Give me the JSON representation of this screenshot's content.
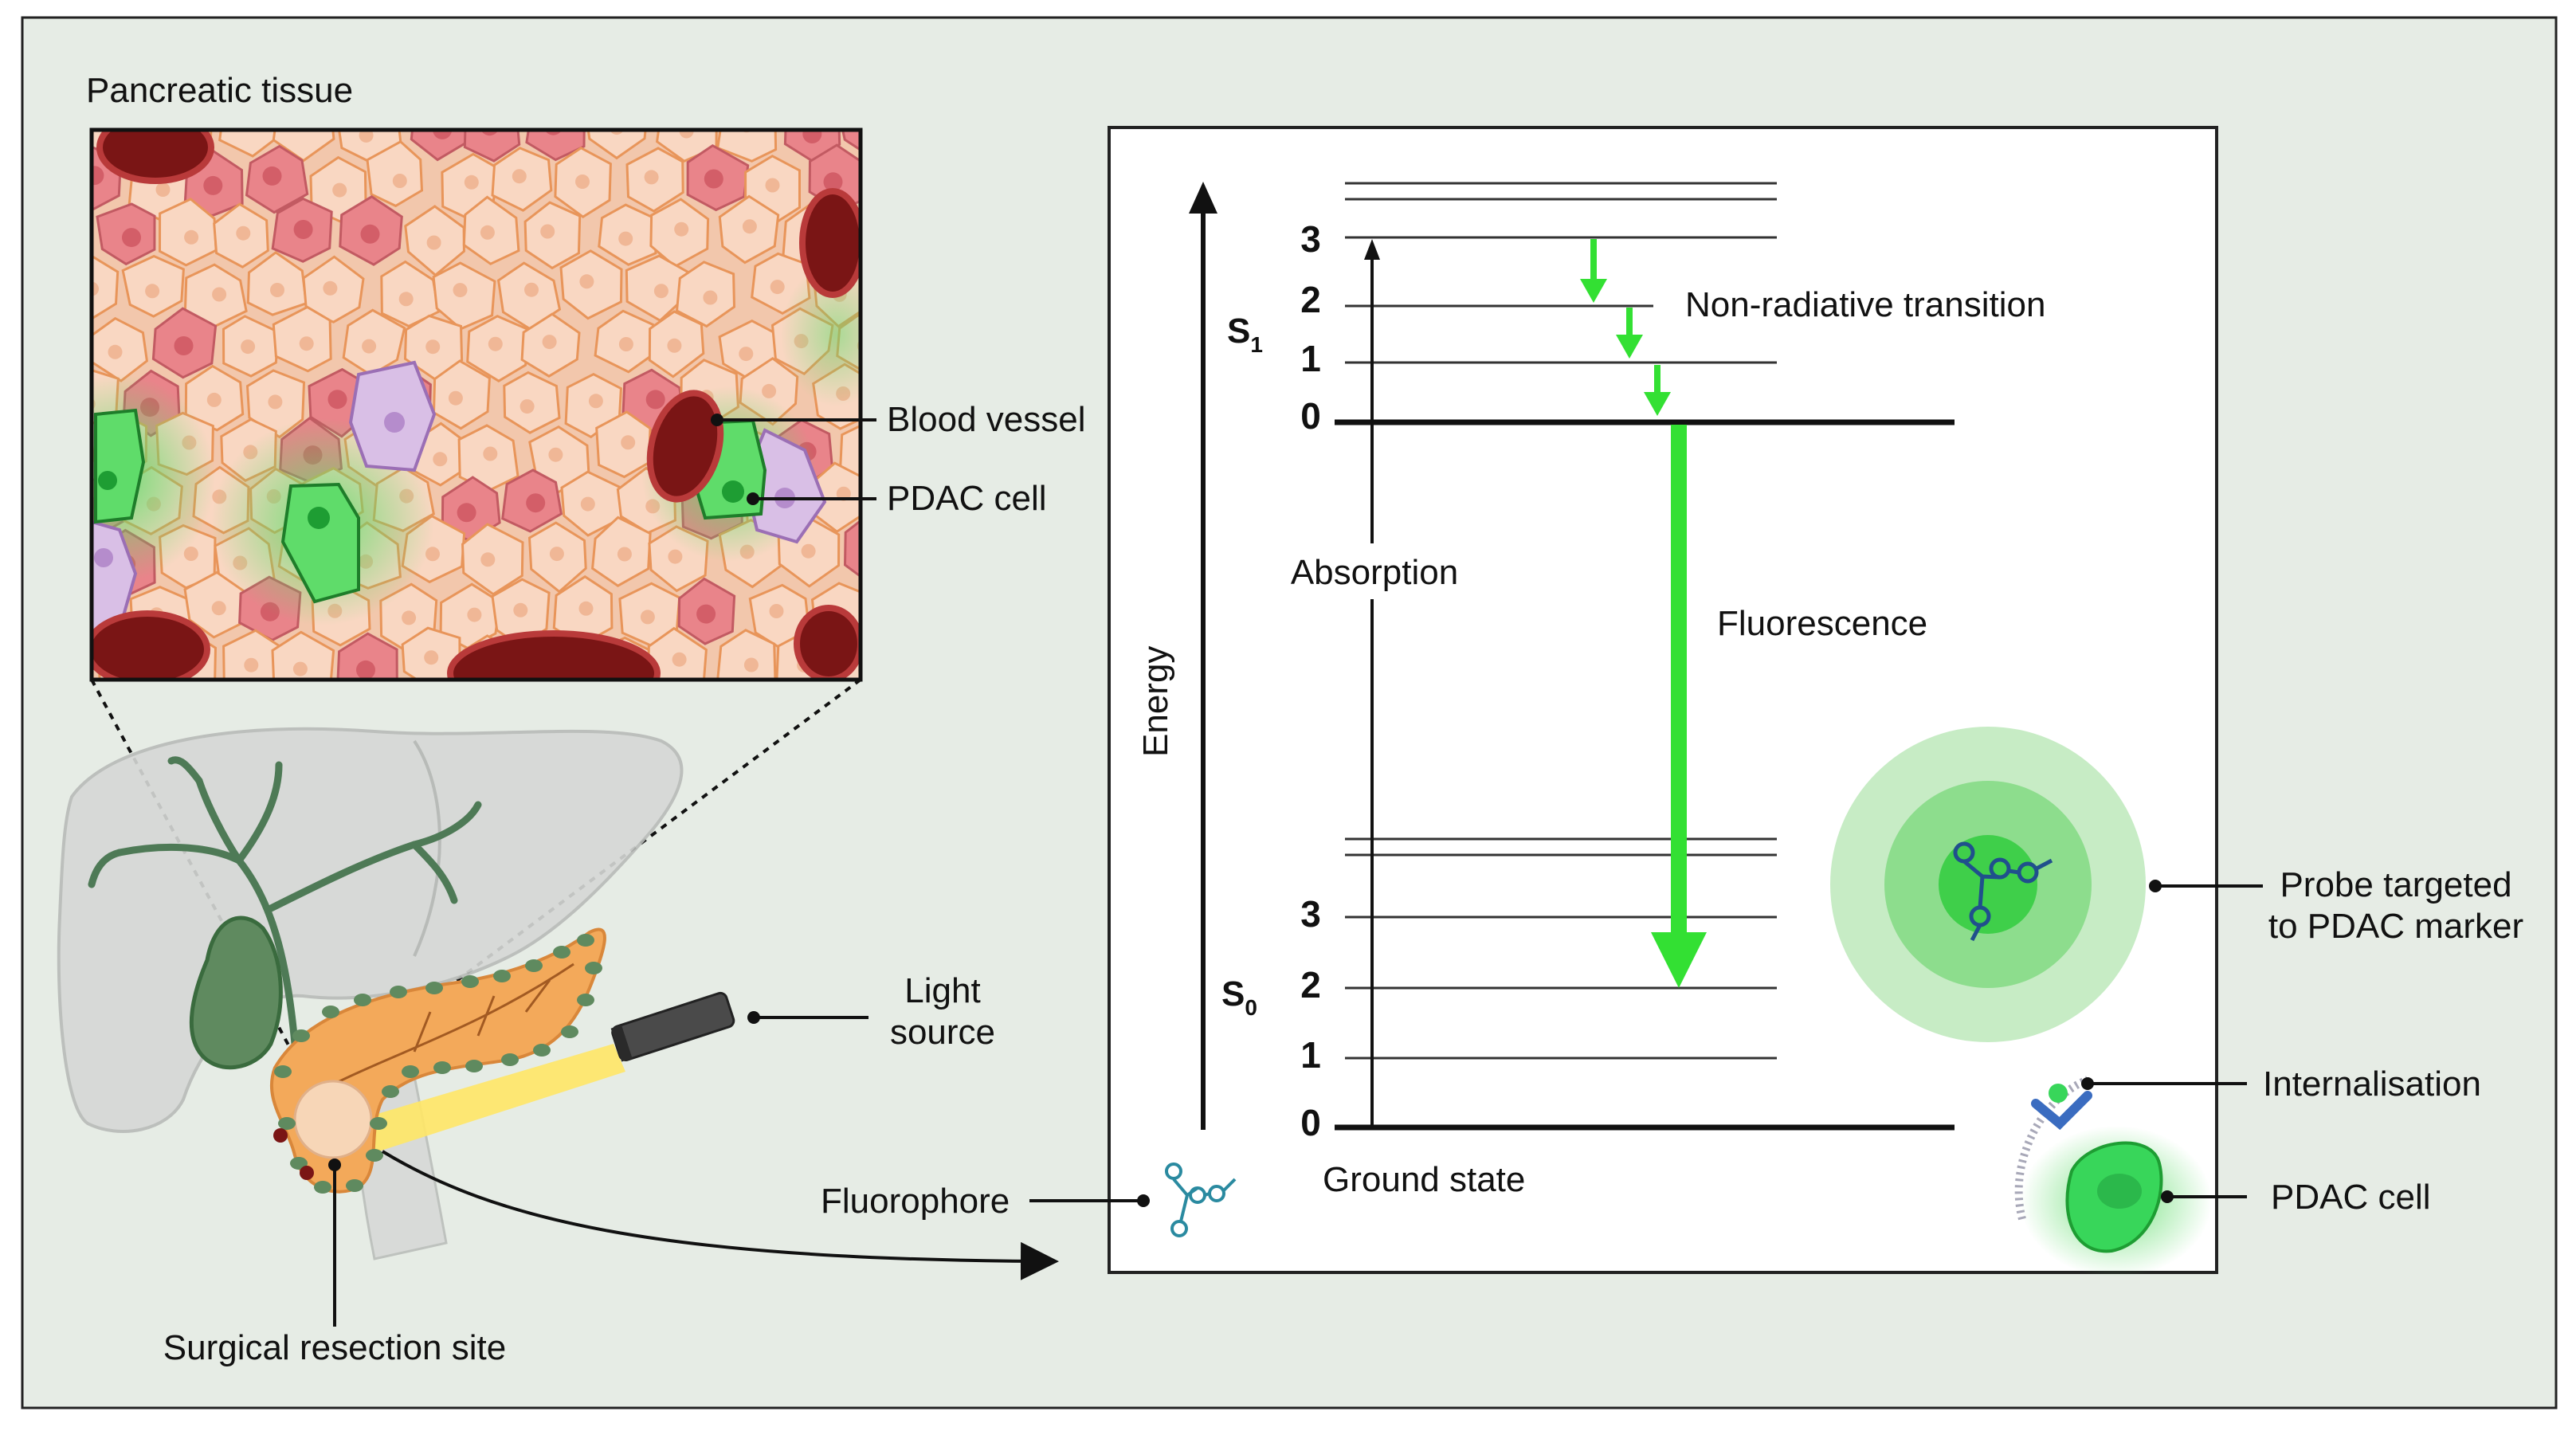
{
  "tissue": {
    "title": "Pancreatic tissue"
  },
  "labels": {
    "blood_vessel": "Blood vessel",
    "pdac_cell": "PDAC cell",
    "light_source_line1": "Light",
    "light_source_line2": "source",
    "surgical_site": "Surgical resection site",
    "fluorophore": "Fluorophore"
  },
  "energy_diagram": {
    "energy_axis": "Energy",
    "s1_letter": "S",
    "s1_sub": "1",
    "s0_letter": "S",
    "s0_sub": "0",
    "s1_levels": [
      "3",
      "2",
      "1",
      "0"
    ],
    "s0_levels": [
      "3",
      "2",
      "1",
      "0"
    ],
    "absorption": "Absorption",
    "non_radiative": "Non-radiative transition",
    "fluorescence": "Fluorescence",
    "ground_state": "Ground state"
  },
  "right_labels": {
    "probe_line1": "Probe targeted",
    "probe_line2": "to PDAC marker",
    "internalisation": "Internalisation",
    "pdac_cell": "PDAC cell"
  },
  "colors": {
    "background": "#e6ece5",
    "panel_border": "#1a1a1a",
    "fluorescence_green": "#33e033",
    "tissue_pink": "#f9d7c2",
    "tumor_red": "#e9848a",
    "vessel_dark": "#7a1515",
    "pancreas_orange": "#f3a95a"
  }
}
